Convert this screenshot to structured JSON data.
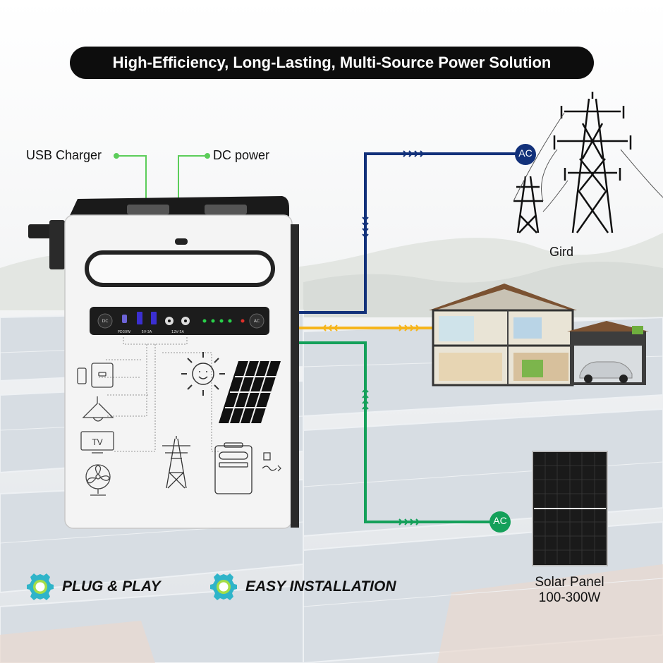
{
  "banner": {
    "title": "High-Efficiency, Long-Lasting, Multi-Source Power Solution"
  },
  "callouts": {
    "usb": "USB Charger",
    "dc": "DC power"
  },
  "grid": {
    "badge": "AC",
    "label": "Gird"
  },
  "solar": {
    "badge": "AC",
    "label_line1": "Solar Panel",
    "label_line2": "100-300W"
  },
  "device_panel": {
    "dc_button": "DC",
    "ac_button": "AC",
    "port_pd": "PD30W",
    "port_usb": "5V-3A",
    "port_dc": "12V-5A"
  },
  "illustrations": {
    "tv_label": "TV"
  },
  "features": [
    {
      "label": "PLUG & PLAY",
      "icon": "gear-icon"
    },
    {
      "label": "EASY INSTALLATION",
      "icon": "gear-icon"
    }
  ],
  "colors": {
    "grid_line": "#12317a",
    "house_line": "#f6b51c",
    "solar_line": "#14a05a",
    "callout_line": "#5ccd5a",
    "banner": "#0d0d0d",
    "gear": "#2fb4c9"
  }
}
